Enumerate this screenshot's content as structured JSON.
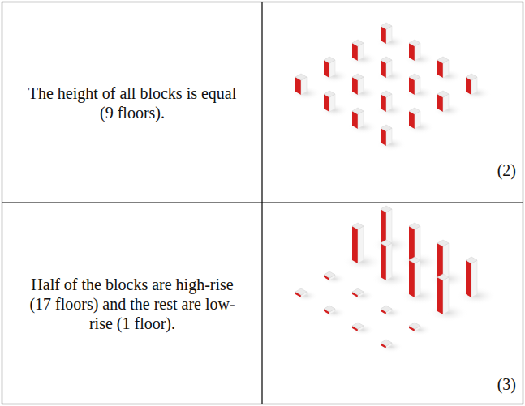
{
  "diagram": {
    "labels": [
      "The height of all blocks is equal (9 floors).",
      "(2)",
      "Half of the blocks are high-rise (17 floors) and the rest are low-rise (1 floor).",
      "(3)"
    ]
  }
}
